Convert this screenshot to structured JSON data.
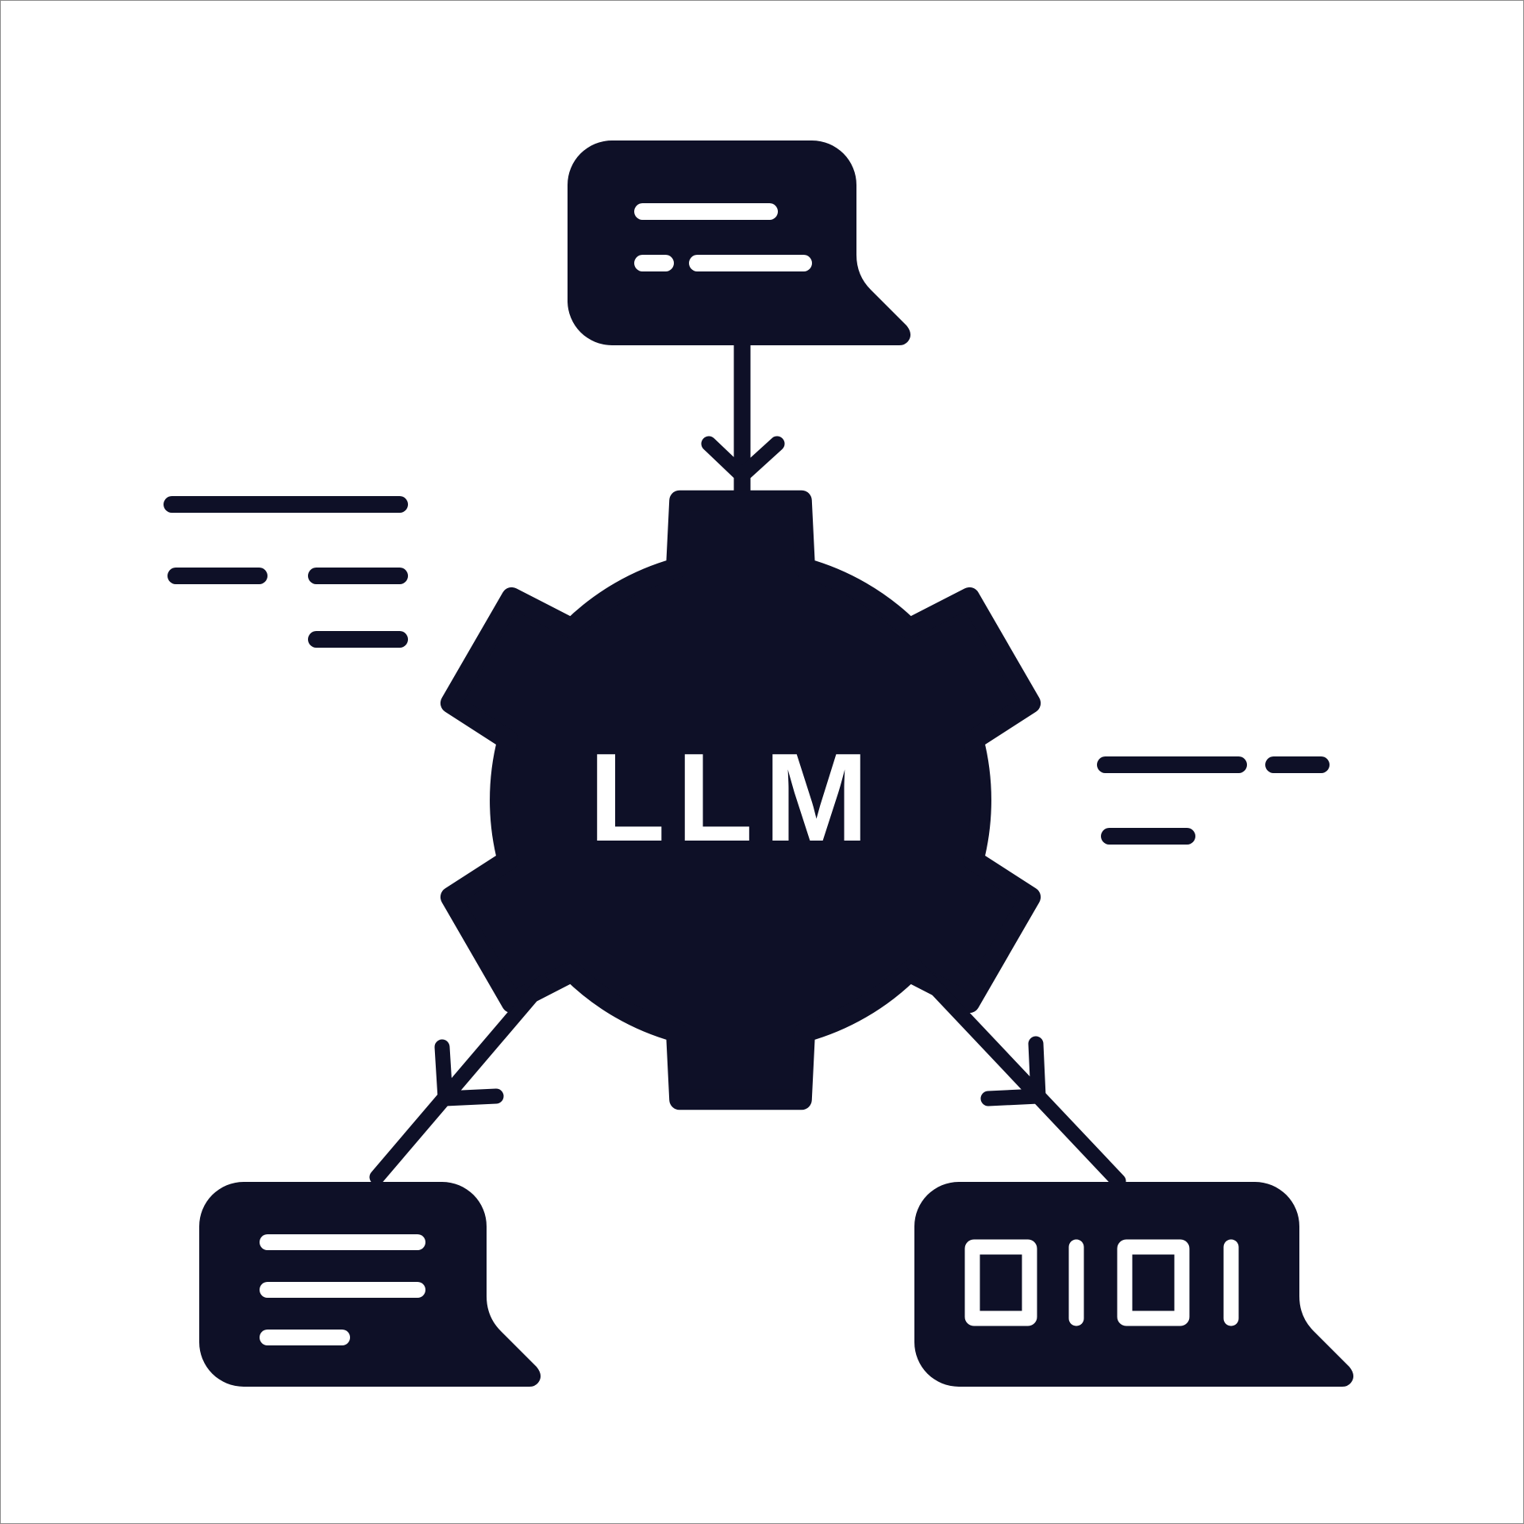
{
  "center_node": {
    "label": "LLM",
    "icon": "gear-icon"
  },
  "colors": {
    "ink": "#0e1027",
    "background": "#ffffff",
    "frame": "#8a8a8a"
  },
  "nodes": [
    {
      "id": "input",
      "icon": "text-bubble-icon",
      "role": "input prompt"
    },
    {
      "id": "text-output",
      "icon": "text-bubble-icon",
      "role": "text output"
    },
    {
      "id": "binary-output",
      "icon": "binary-bubble-icon",
      "content": "0101"
    }
  ]
}
